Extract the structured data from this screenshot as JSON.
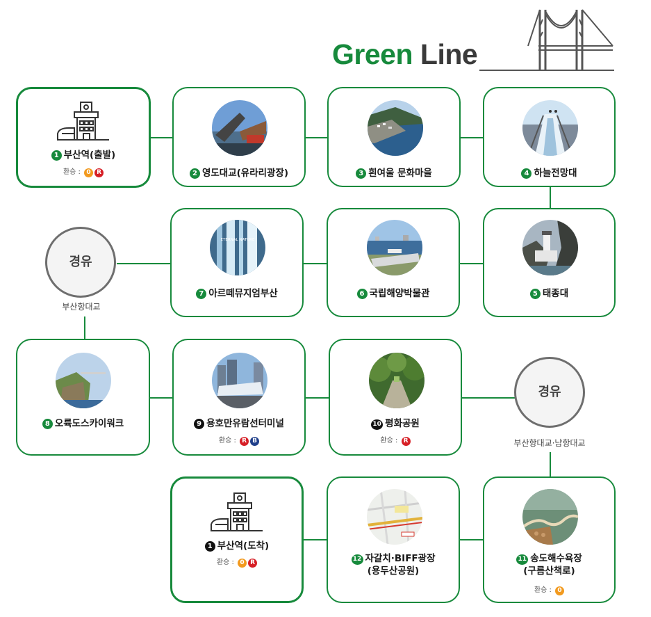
{
  "title": {
    "part1": "Green",
    "part2": "Line"
  },
  "transfer_label": "환승 :",
  "colors": {
    "line": "#178a3c",
    "metro_1": "#f29a1f",
    "metro_red": "#d61f26",
    "metro_blue": "#1f3f8a"
  },
  "stations": [
    {
      "num": "1",
      "name": "부산역(출발)",
      "transfer": [
        "0",
        "R"
      ],
      "icon": "train-station-icon"
    },
    {
      "num": "2",
      "name": "영도대교(유라리광장)",
      "icon": "yeongdo-bridge-photo"
    },
    {
      "num": "3",
      "name": "흰여울 문화마을",
      "icon": "coastal-village-photo"
    },
    {
      "num": "4",
      "name": "하늘전망대",
      "icon": "skywalk-photo"
    },
    {
      "num": "5",
      "name": "태종대",
      "icon": "lighthouse-photo"
    },
    {
      "num": "6",
      "name": "국립해양박물관",
      "icon": "maritime-museum-photo"
    },
    {
      "num": "7",
      "name": "아르떼뮤지엄부산",
      "icon": "waterfall-art-photo",
      "photo_text": "ETERNAL NATURE"
    },
    {
      "num": "8",
      "name": "오륙도스카이워크",
      "icon": "cliff-skywalk-photo"
    },
    {
      "num": "9",
      "name": "용호만유람선터미널",
      "transfer": [
        "R",
        "B"
      ],
      "icon": "terminal-building-photo"
    },
    {
      "num": "10",
      "name": "평화공원",
      "transfer": [
        "R"
      ],
      "icon": "park-path-photo"
    },
    {
      "num": "11",
      "name": "송도해수욕장",
      "sub": "(구름산책로)",
      "transfer": [
        "0"
      ],
      "icon": "cloud-walk-photo"
    },
    {
      "num": "12",
      "name": "자갈치·BIFF광장",
      "sub": "(용두산공원)",
      "icon": "area-map-photo"
    },
    {
      "num": "1",
      "name": "부산역(도착)",
      "transfer": [
        "0",
        "R"
      ],
      "icon": "train-station-icon"
    }
  ],
  "via": [
    {
      "label": "경유",
      "caption": "부산항대교"
    },
    {
      "label": "경유",
      "caption": "부산항대교·남항대교"
    }
  ]
}
